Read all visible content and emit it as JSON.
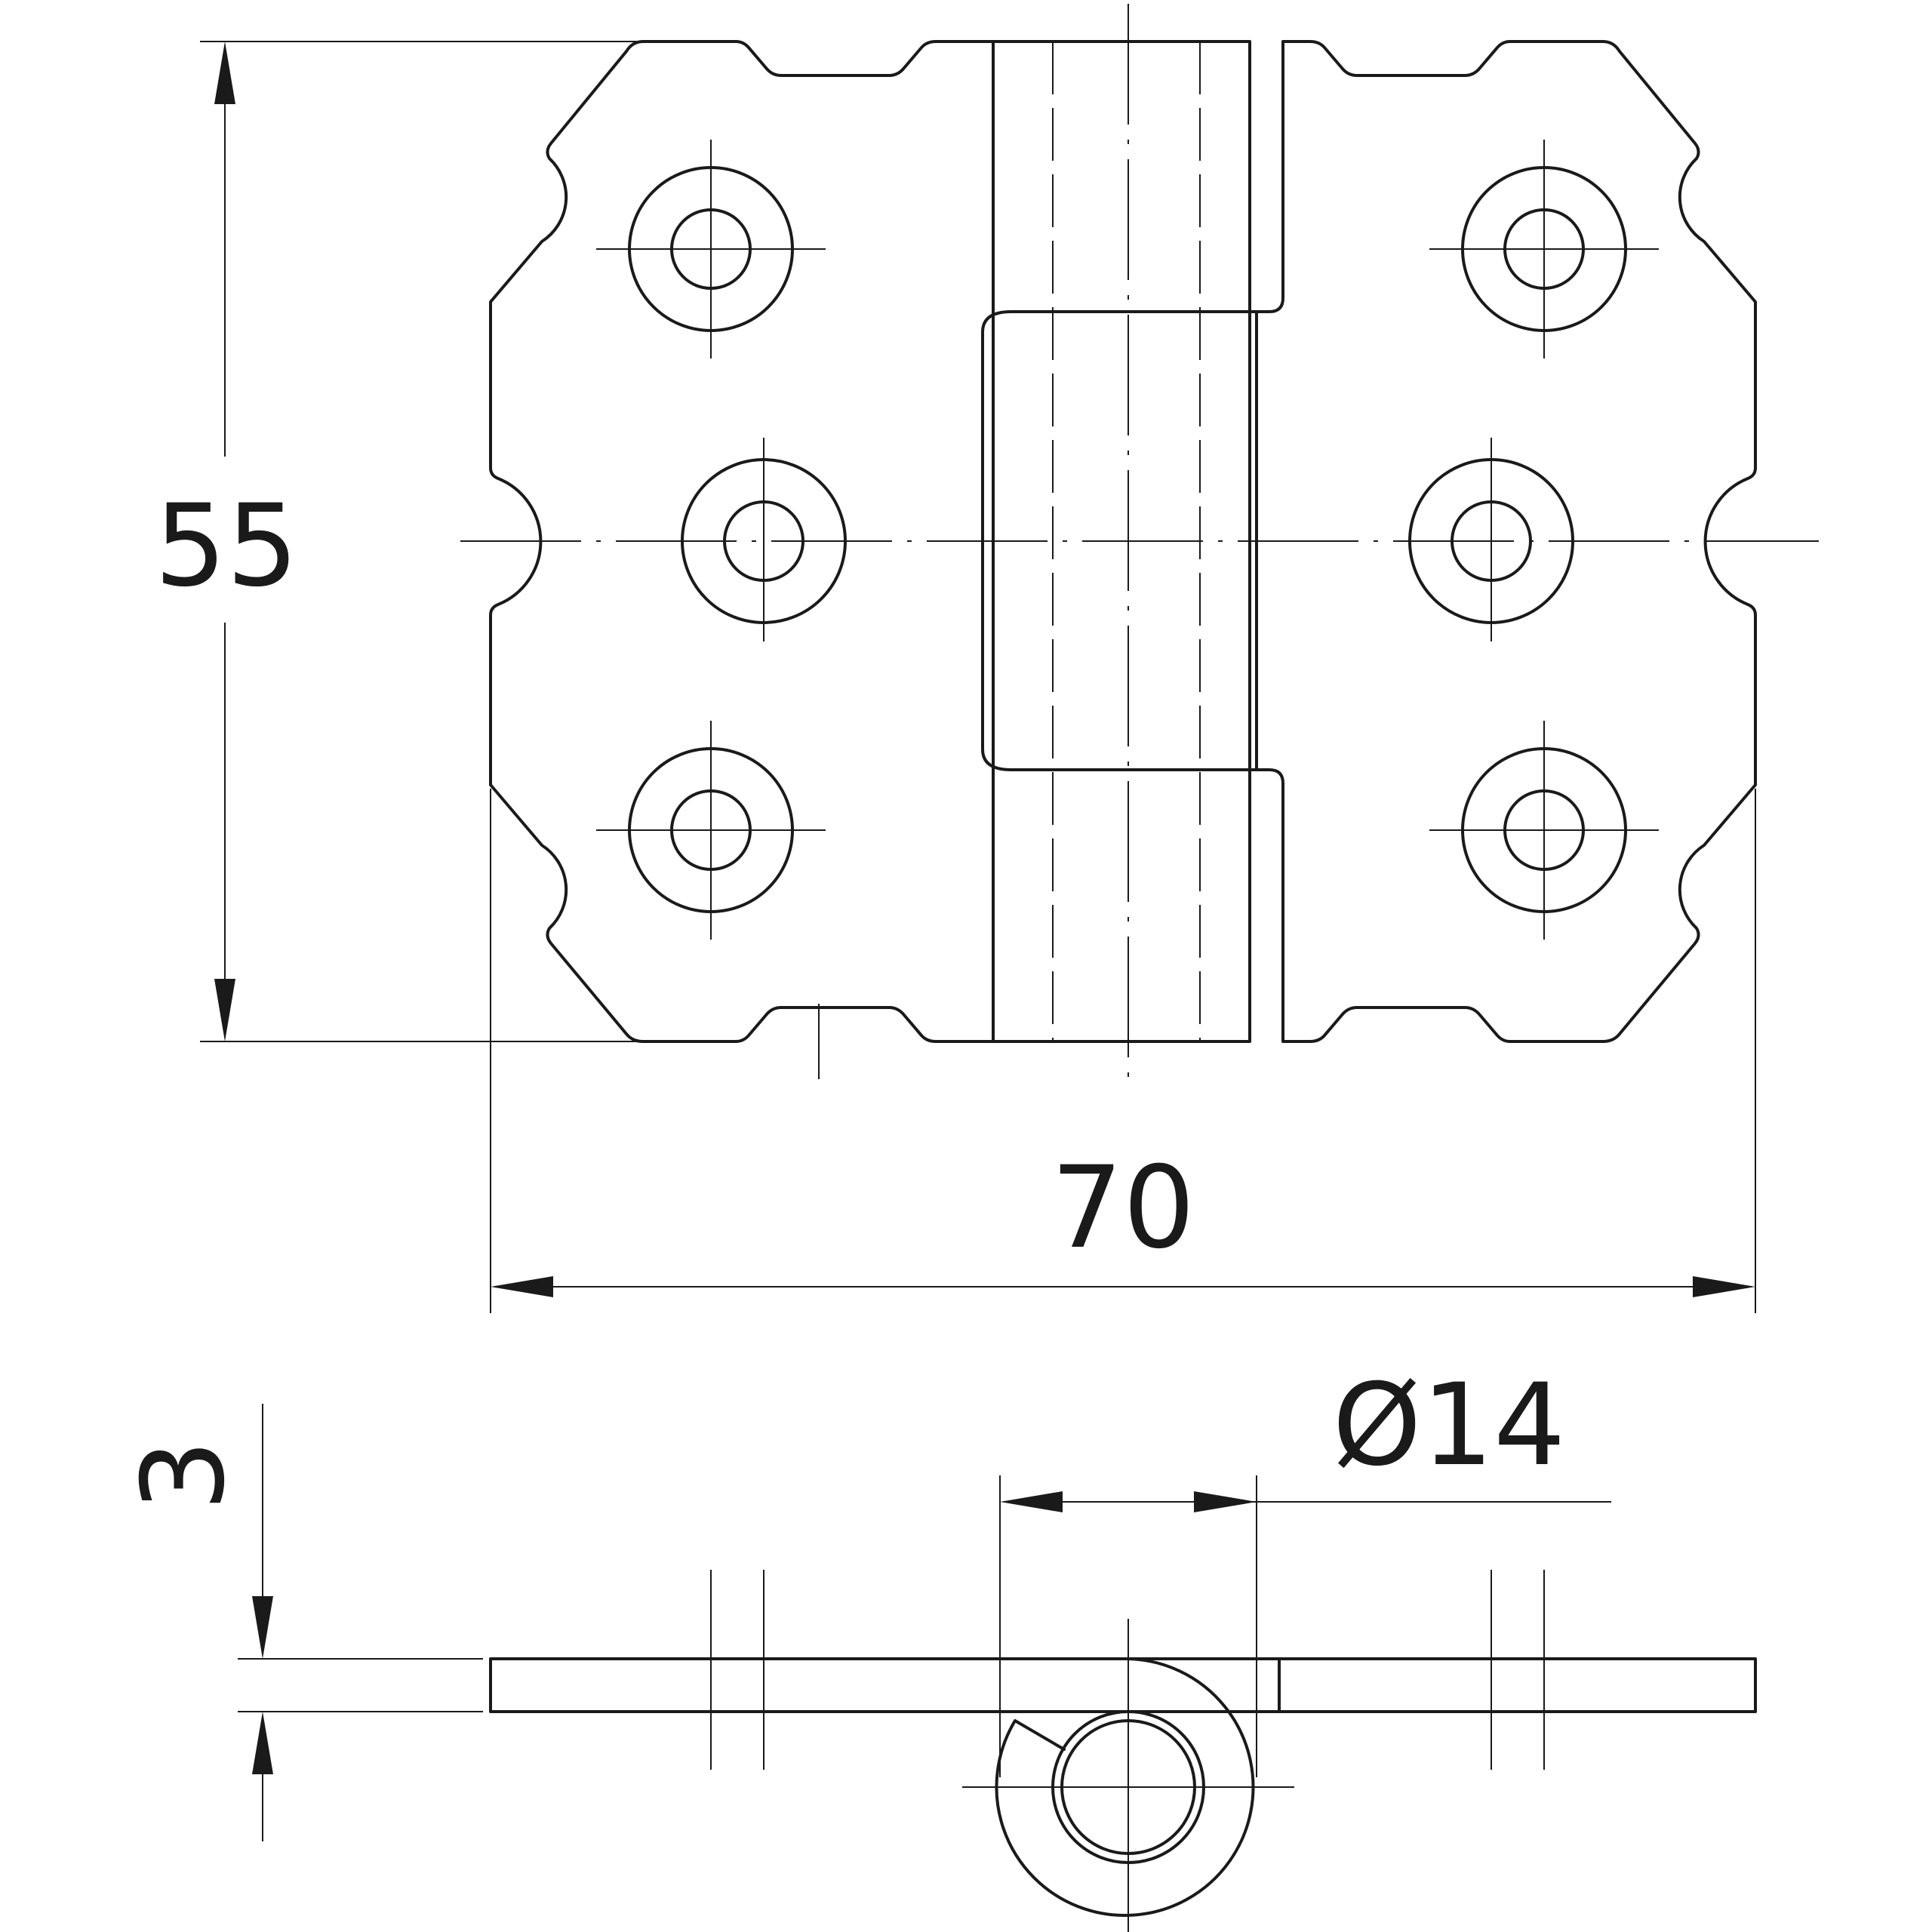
{
  "drawing": {
    "subject": "hinge-technical-drawing",
    "dimensions": {
      "height": "55",
      "width": "70",
      "knuckle_diameter": "Ø14",
      "thickness": "3"
    }
  }
}
